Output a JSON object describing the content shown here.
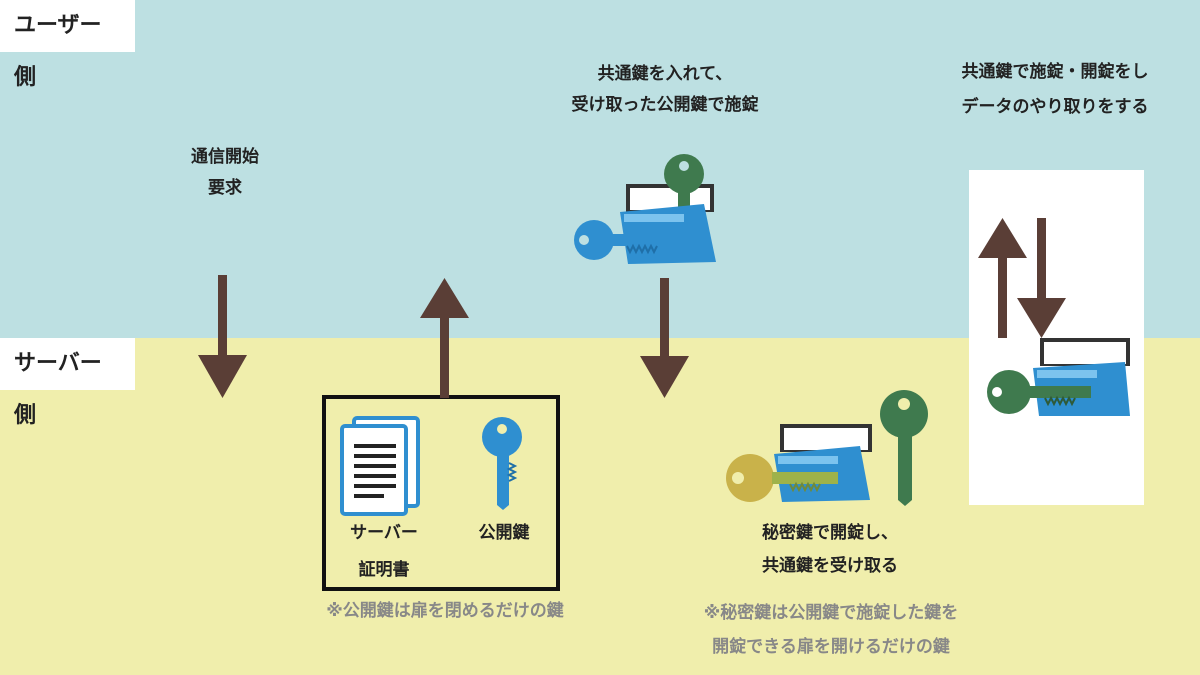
{
  "labels": {
    "user_side": "ユーザー側",
    "server_side": "サーバー側"
  },
  "steps": {
    "request_line1": "通信開始",
    "request_line2": "要求",
    "encrypt_line1": "共通鍵を入れて、",
    "encrypt_line2": "受け取った公開鍵で施錠",
    "exchange_line1": "共通鍵で施錠・開錠をし",
    "exchange_line2": "データのやり取りをする",
    "decrypt_line1": "秘密鍵で開錠し、",
    "decrypt_line2": "共通鍵を受け取る"
  },
  "server_box": {
    "cert_line1": "サーバー",
    "cert_line2": "証明書",
    "public_key": "公開鍵"
  },
  "notes": {
    "public_key_note": "※公開鍵は扉を閉めるだけの鍵",
    "private_key_note_line1": "※秘密鍵は公開鍵で施錠した鍵を",
    "private_key_note_line2": "開錠できる扉を開けるだけの鍵"
  },
  "colors": {
    "user_band": "#bde0e2",
    "server_band": "#f0eeac",
    "arrow": "#5a3e36",
    "blue_key": "#2f8fd0",
    "green_key": "#3f7a4e",
    "gold_key": "#c9b24a"
  },
  "icons": [
    "document-icon",
    "key-icon",
    "locked-box-icon",
    "arrow-down-icon",
    "arrow-up-icon"
  ]
}
